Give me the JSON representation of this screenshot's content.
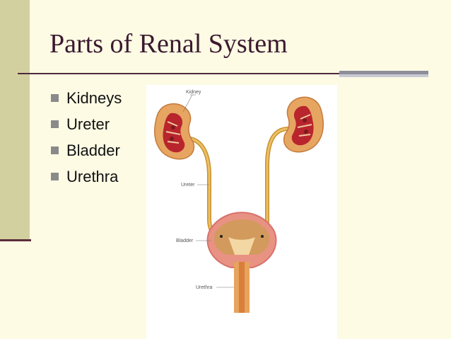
{
  "slide": {
    "title": "Parts of Renal System",
    "bullets": [
      "Kidneys",
      "Ureter",
      "Bladder",
      "Urethra"
    ]
  },
  "figure": {
    "labels": {
      "kidney": "Kidney",
      "ureter": "Ureter",
      "bladder": "Bladder",
      "urethra": "Urethra"
    }
  },
  "colors": {
    "background": "#fdfbe4",
    "left_band": "#d3d0a0",
    "title": "#3b1a30",
    "accent_bar": "#8e8e9a"
  }
}
